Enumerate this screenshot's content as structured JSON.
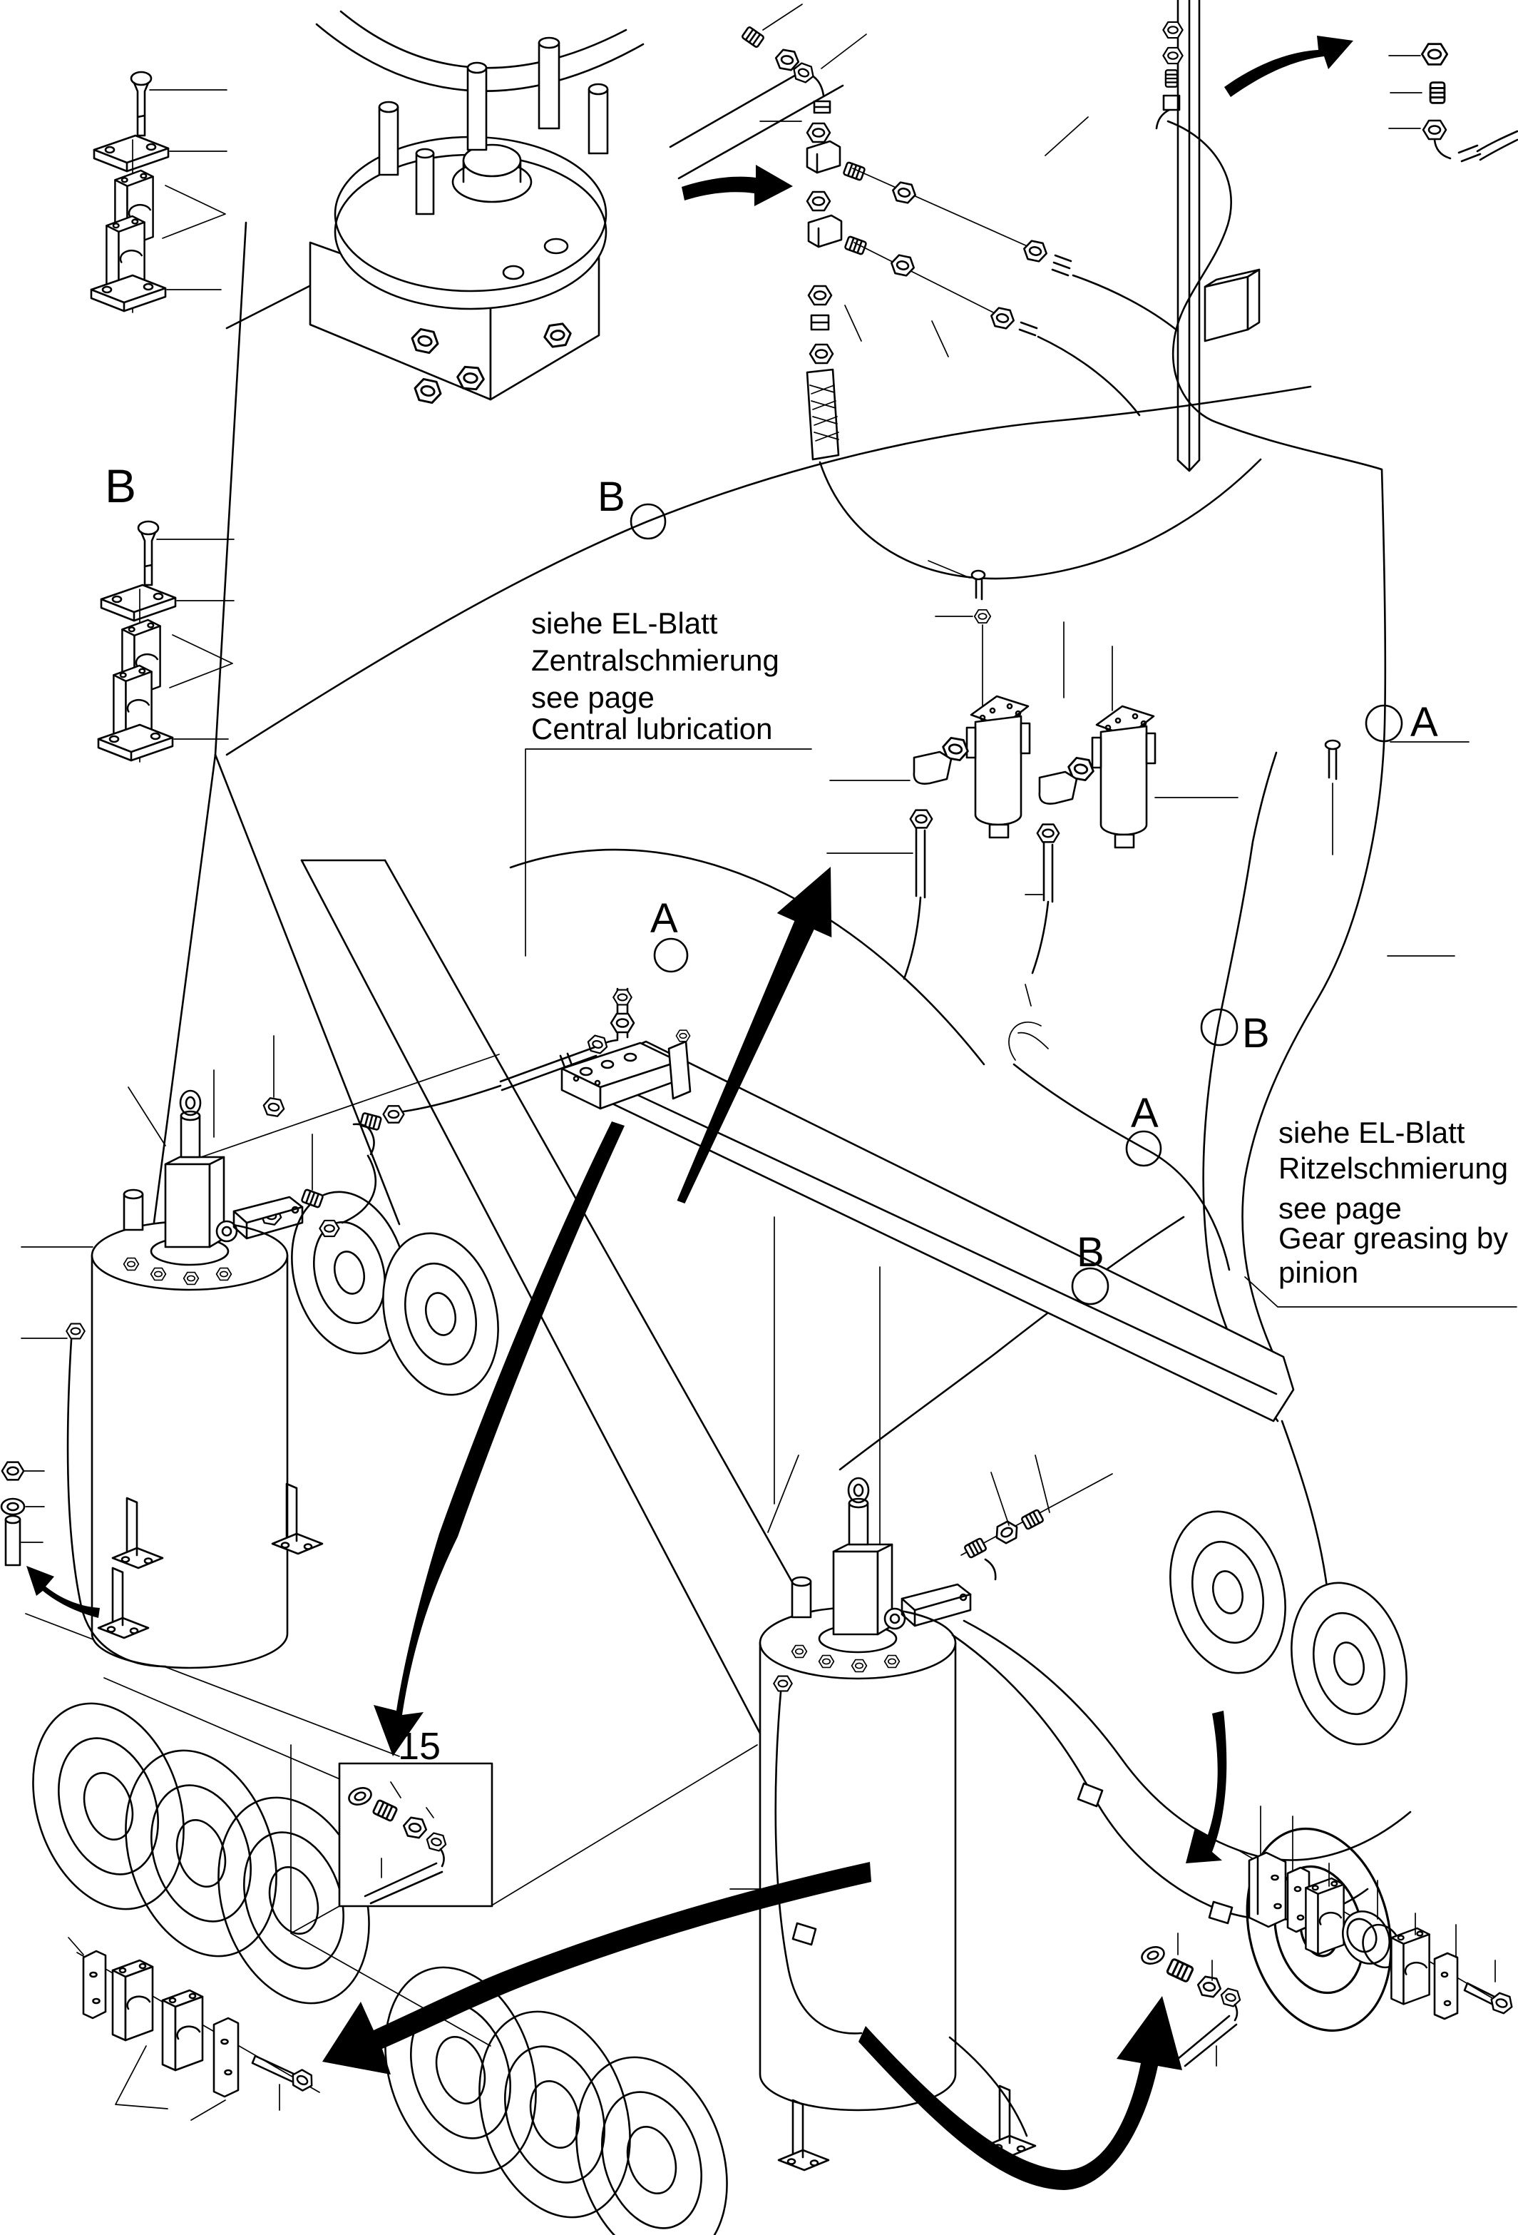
{
  "figure": {
    "type": "technical-parts-diagram",
    "colors": {
      "line": "#000000",
      "background": "#ffffff",
      "arrow": "#000000"
    },
    "detail_box": {
      "number": "15"
    },
    "markers": [
      {
        "letter": "B"
      },
      {
        "letter": "B"
      },
      {
        "letter": "A"
      },
      {
        "letter": "A"
      },
      {
        "letter": "B"
      },
      {
        "letter": "A"
      },
      {
        "letter": "B"
      }
    ],
    "notes": {
      "central": {
        "de1": "siehe EL-Blatt",
        "de2": "Zentralschmierung",
        "en1": "see page",
        "en2": "Central lubrication"
      },
      "pinion": {
        "de1": "siehe EL-Blatt",
        "de2": "Ritzelschmierung",
        "en1": "see page",
        "en2": "Gear greasing by",
        "en3": "pinion"
      }
    }
  }
}
